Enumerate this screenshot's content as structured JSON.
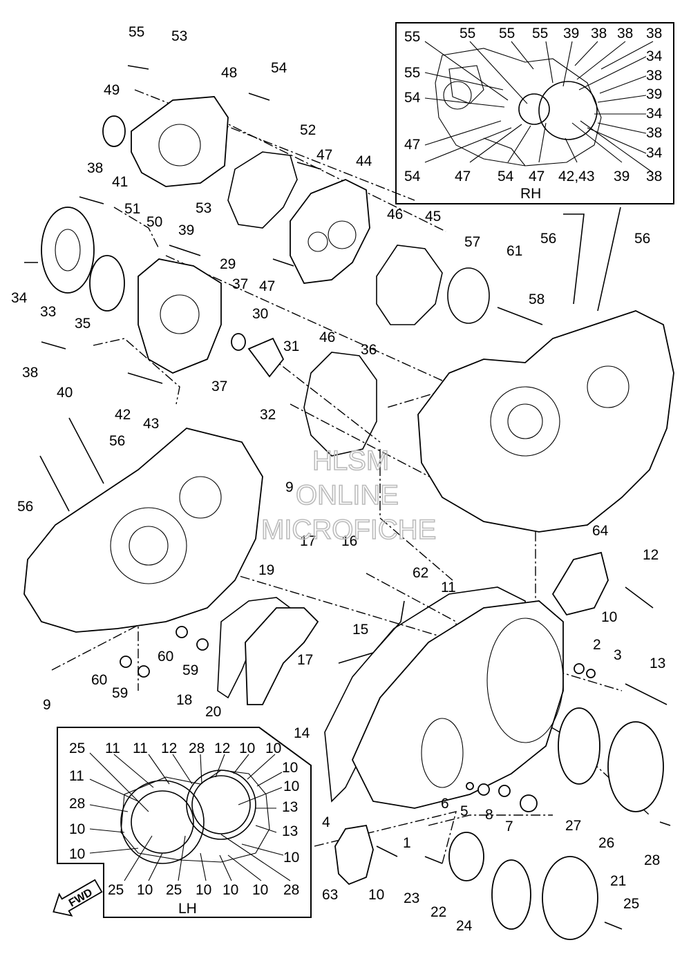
{
  "watermark": {
    "line1": "HLSM",
    "line2": "ONLINE",
    "line3": "MICROFICHE"
  },
  "insets": {
    "rh_title": "RH",
    "lh_title": "LH",
    "fwd_arrow": "FWD"
  },
  "callouts": {
    "c55a": "55",
    "c53a": "53",
    "c48": "48",
    "c54a": "54",
    "c49": "49",
    "c52": "52",
    "c47a": "47",
    "c44": "44",
    "c38a": "38",
    "c41": "41",
    "c51": "51",
    "c50": "50",
    "c53b": "53",
    "c46a": "46",
    "c45": "45",
    "c57": "57",
    "c61": "61",
    "c56a": "56",
    "c56b": "56",
    "c39a": "39",
    "c34a": "34",
    "c33": "33",
    "c35": "35",
    "c29": "29",
    "c37a": "37",
    "c47b": "47",
    "c58": "58",
    "c30": "30",
    "c46b": "46",
    "c38b": "38",
    "c31": "31",
    "c40": "40",
    "c36": "36",
    "c37b": "37",
    "c42": "42",
    "c43": "43",
    "c32": "32",
    "c56c": "56",
    "c56d": "56",
    "c9a": "9",
    "c17a": "17",
    "c16": "16",
    "c62": "62",
    "c64": "64",
    "c12a": "12",
    "c11a": "11",
    "c19": "19",
    "c10a": "10",
    "c2": "2",
    "c3": "3",
    "c13a": "13",
    "c15": "15",
    "c60a": "60",
    "c59a": "59",
    "c60b": "60",
    "c59b": "59",
    "c18": "18",
    "c9b": "9",
    "c17b": "17",
    "c20": "20",
    "c14": "14",
    "c6": "6",
    "c5": "5",
    "c8": "8",
    "c7": "7",
    "c4": "4",
    "c1": "1",
    "c27": "27",
    "c26": "26",
    "c28a": "28",
    "c63": "63",
    "c10b": "10",
    "c23": "23",
    "c22": "22",
    "c24": "24",
    "c21": "21",
    "c25a": "25"
  },
  "rh_callouts": [
    "55",
    "55",
    "55",
    "55",
    "39",
    "38",
    "38",
    "38",
    "55",
    "34",
    "54",
    "38",
    "39",
    "34",
    "38",
    "47",
    "34",
    "54",
    "47",
    "54",
    "47",
    "42,43",
    "39",
    "38"
  ],
  "lh_callouts": [
    "25",
    "11",
    "11",
    "12",
    "28",
    "12",
    "10",
    "10",
    "11",
    "10",
    "28",
    "10",
    "13",
    "10",
    "13",
    "10",
    "10",
    "25",
    "10",
    "25",
    "10",
    "10",
    "10",
    "28"
  ]
}
